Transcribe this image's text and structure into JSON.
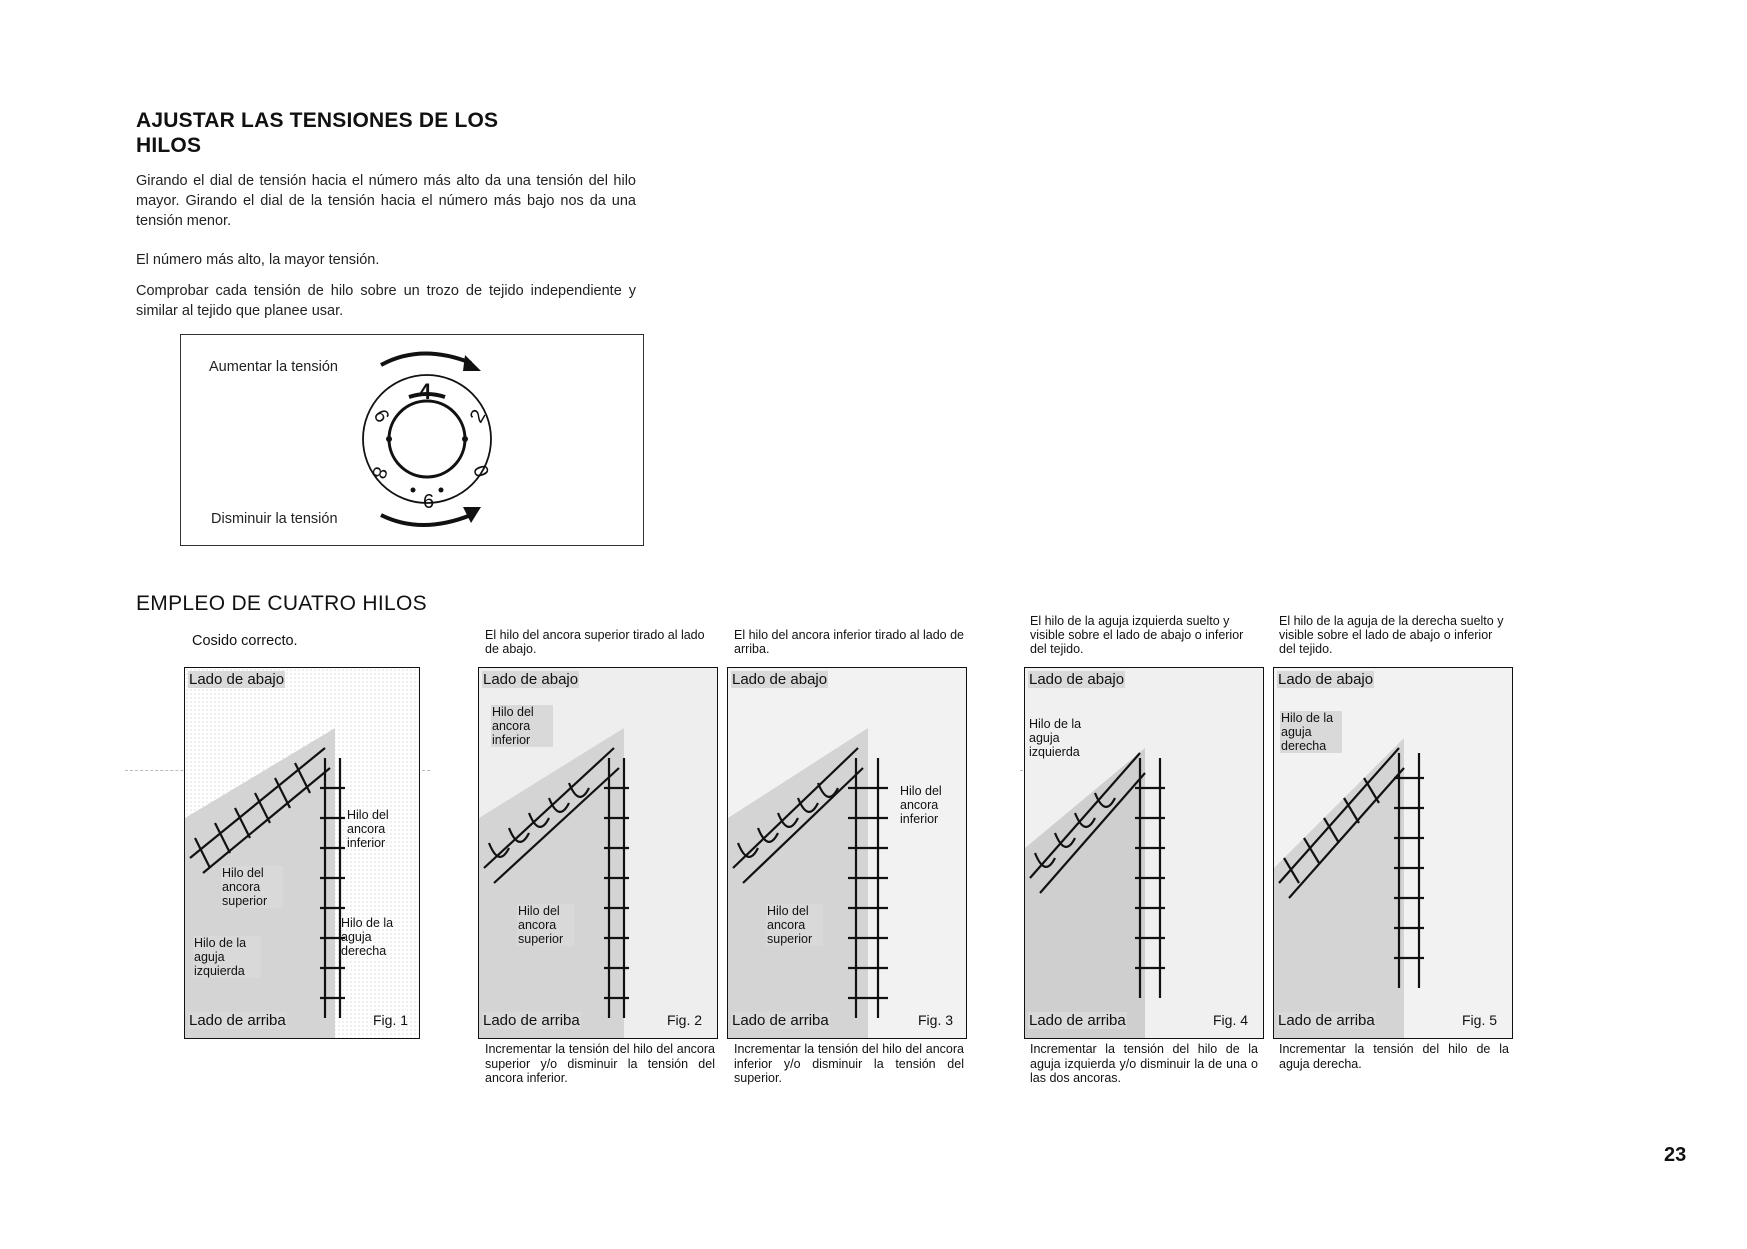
{
  "section1": {
    "title_line1": "AJUSTAR LAS TENSIONES DE LOS",
    "title_line2": "HILOS",
    "p1": "Girando el dial de tensión hacia el número más alto da una tensión del hilo mayor. Girando el dial de la tensión hacia el número más bajo nos da una tensión menor.",
    "p2": "El número más alto, la mayor tensión.",
    "p3": "Comprobar cada tensión de hilo sobre un trozo de tejido independiente y similar al tejido que planee usar."
  },
  "dial": {
    "increase_label": "Aumentar la tensión",
    "decrease_label": "Disminuir la tensión",
    "numbers": [
      "4",
      "2",
      "0",
      "6",
      "8",
      "6"
    ]
  },
  "section2": {
    "title": "EMPLEO DE CUATRO HILOS"
  },
  "figures": [
    {
      "top_caption": "Cosido correcto.",
      "side_top": "Lado de abajo",
      "side_bottom": "Lado de arriba",
      "fig_label": "Fig. 1",
      "labels": [
        "Hilo del ancora inferior",
        "Hilo del ancora superior",
        "Hilo de la aguja derecha",
        "Hilo de la aguja izquierda"
      ],
      "bottom_caption": ""
    },
    {
      "top_caption": "El hilo del ancora superior tirado al lado de abajo.",
      "side_top": "Lado de abajo",
      "side_bottom": "Lado de arriba",
      "fig_label": "Fig. 2",
      "labels": [
        "Hilo del ancora inferior",
        "Hilo del ancora superior"
      ],
      "bottom_caption": "Incrementar la tensión del hilo del ancora superior y/o disminuir la tensión del ancora inferior."
    },
    {
      "top_caption": "El hilo del ancora inferior tirado al lado de arriba.",
      "side_top": "Lado de abajo",
      "side_bottom": "Lado de arriba",
      "fig_label": "Fig. 3",
      "labels": [
        "Hilo del ancora inferior",
        "Hilo del ancora superior"
      ],
      "bottom_caption": "Incrementar la tensión del hilo del ancora inferior y/o disminuir la tensión del superior."
    },
    {
      "top_caption": "El hilo de la aguja izquierda suelto y visible sobre el lado de abajo o inferior del tejido.",
      "side_top": "Lado de abajo",
      "side_bottom": "Lado de arriba",
      "fig_label": "Fig. 4",
      "labels": [
        "Hilo de la aguja izquierda"
      ],
      "bottom_caption": "Incrementar la tensión del hilo de la aguja izquierda y/o disminuir la de una o las dos ancoras."
    },
    {
      "top_caption": "El hilo de la aguja de la derecha suelto y visible sobre el lado de abajo o inferior del tejido.",
      "side_top": "Lado de abajo",
      "side_bottom": "Lado de arriba",
      "fig_label": "Fig. 5",
      "labels": [
        "Hilo de la aguja derecha"
      ],
      "bottom_caption": "Incrementar la tensión del hilo de la aguja derecha."
    }
  ],
  "page_number": "23"
}
